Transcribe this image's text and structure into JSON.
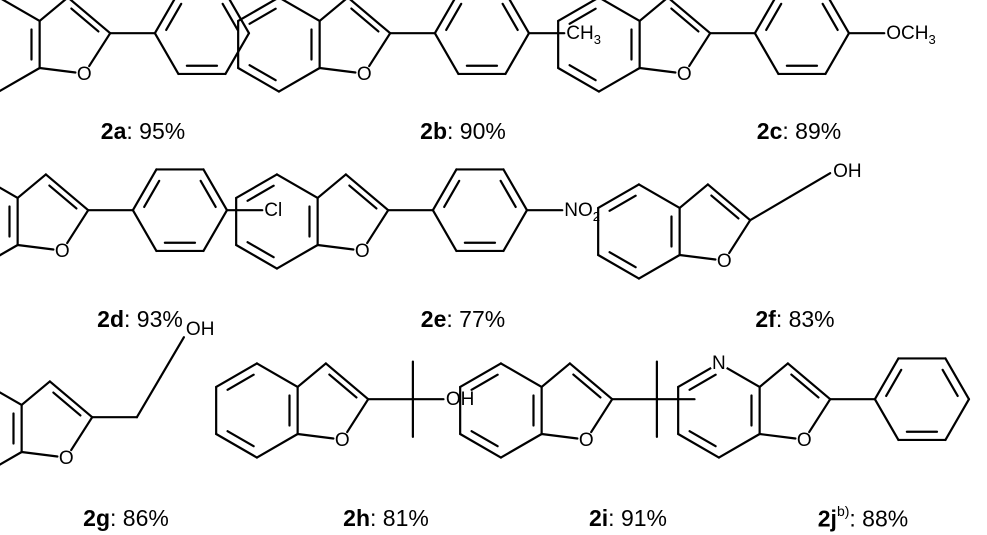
{
  "compounds": [
    {
      "id": "2a",
      "yield": "95%",
      "sup": "",
      "substituent": "",
      "subscript": "",
      "suffix": ""
    },
    {
      "id": "2b",
      "yield": "90%",
      "sup": "",
      "substituent": "CH",
      "subscript": "3",
      "suffix": ""
    },
    {
      "id": "2c",
      "yield": "89%",
      "sup": "",
      "substituent": "OCH",
      "subscript": "3",
      "suffix": ""
    },
    {
      "id": "2d",
      "yield": "93%",
      "sup": "",
      "substituent": "Cl",
      "subscript": "",
      "suffix": ""
    },
    {
      "id": "2e",
      "yield": "77%",
      "sup": "",
      "substituent": "NO",
      "subscript": "2",
      "suffix": ""
    },
    {
      "id": "2f",
      "yield": "83%",
      "sup": "",
      "substituent": "OH",
      "subscript": "",
      "suffix": ""
    },
    {
      "id": "2g",
      "yield": "86%",
      "sup": "",
      "substituent": "OH",
      "subscript": "",
      "suffix": ""
    },
    {
      "id": "2h",
      "yield": "81%",
      "sup": "",
      "substituent": "OH",
      "subscript": "",
      "suffix": ""
    },
    {
      "id": "2i",
      "yield": "91%",
      "sup": "",
      "substituent": "",
      "subscript": "",
      "suffix": ""
    },
    {
      "id": "2j",
      "yield": "88%",
      "sup": "b)",
      "substituent": "",
      "subscript": "",
      "suffix": ""
    }
  ],
  "atoms": {
    "oxygen": "O",
    "nitrogen": "N"
  }
}
